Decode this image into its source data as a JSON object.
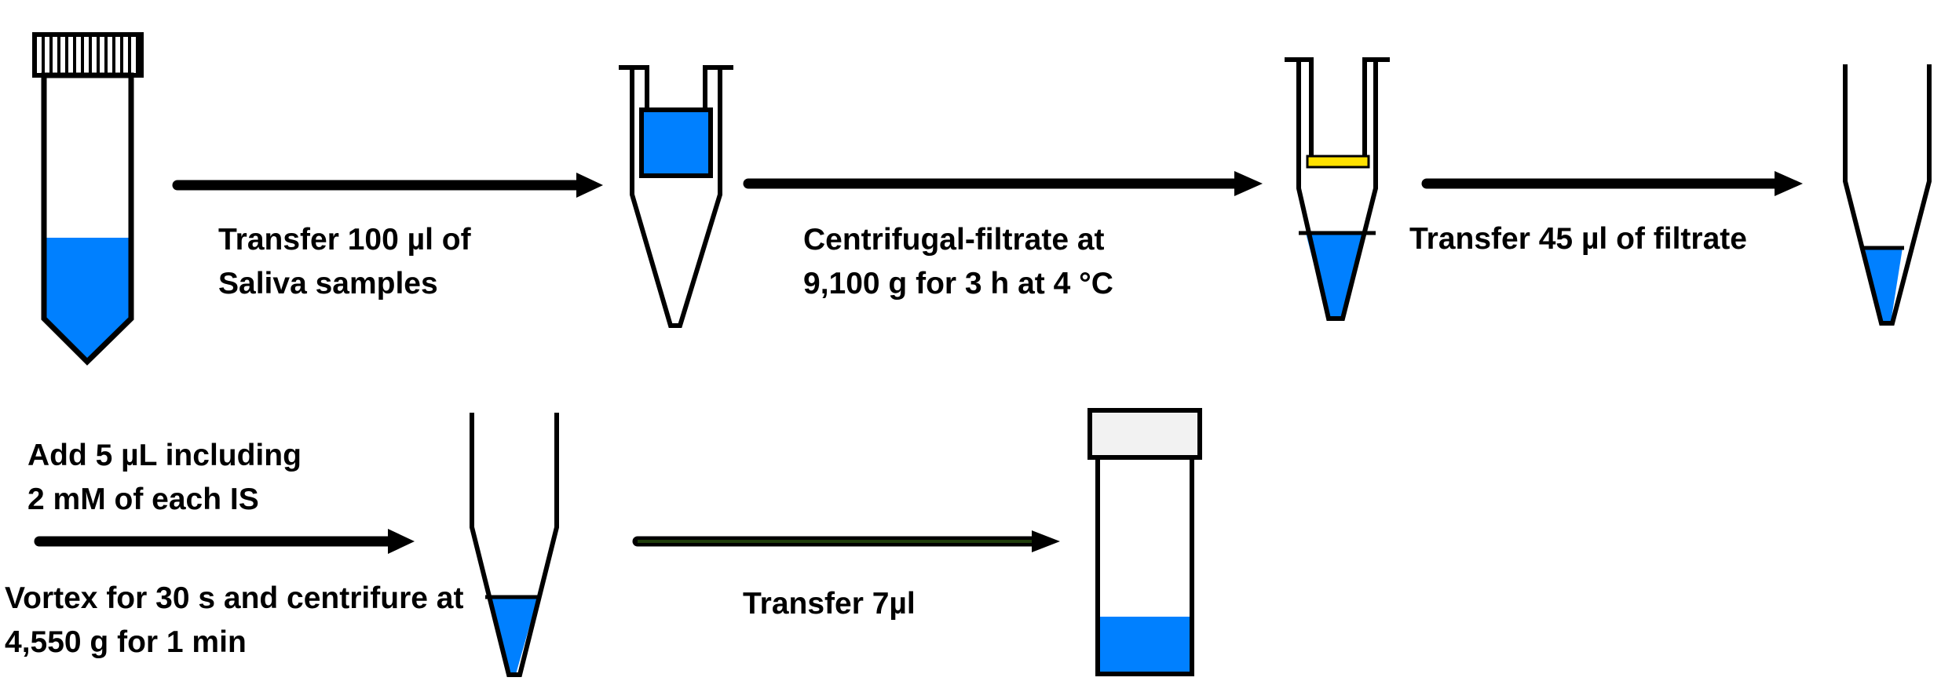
{
  "colors": {
    "liquid": "#0080ff",
    "outline": "#000000",
    "filter": "#ffe100",
    "cap_fill": "#f2f2f2",
    "background": "#ffffff"
  },
  "steps": {
    "step1": {
      "line1": "Transfer 100 µl of",
      "line2": "Saliva samples"
    },
    "step2": {
      "line1": "Centrifugal-filtrate at",
      "line2": "9,100 g for 3 h at 4 °C"
    },
    "step3": {
      "line1": "Transfer 45 µl of filtrate"
    },
    "step4": {
      "line1": "Add 5 µL including",
      "line2": "2 mM of each IS"
    },
    "step5": {
      "line1": "Vortex for 30 s and centrifure at",
      "line2": "4,550 g for 1 min"
    },
    "step6": {
      "line1": "Transfer 7µl"
    }
  }
}
